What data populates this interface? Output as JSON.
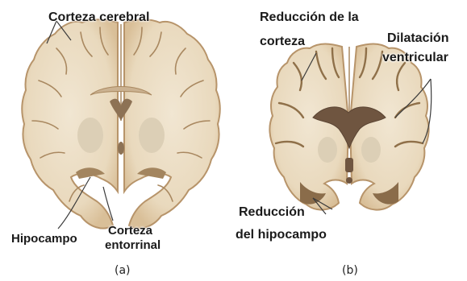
{
  "panels": [
    {
      "caption": "(a)",
      "labels": {
        "cortex": "Corteza cerebral",
        "hippocampus": "Hipocampo",
        "entorhinal_line1": "Corteza",
        "entorhinal_line2": "entorrinal"
      }
    },
    {
      "caption": "(b)",
      "labels": {
        "cortex_reduction_line1": "Reducción de la",
        "cortex_reduction_line2": "corteza",
        "ventricle_line1": "Dilatación",
        "ventricle_line2": "ventricular",
        "hippocampus_reduction_line1": "Reducción",
        "hippocampus_reduction_line2": "del hipocampo"
      }
    }
  ],
  "colors": {
    "tissue": "#eadcc3",
    "tissue_edge": "#d3b994",
    "outline": "#b7946a",
    "ventricle": "#8d7255",
    "deep_structure": "#dccfb6",
    "leader": "#3a3a3a"
  }
}
